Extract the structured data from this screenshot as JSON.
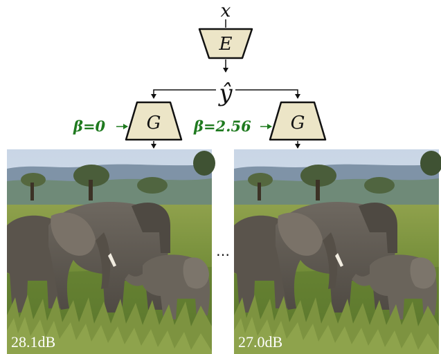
{
  "input_label": "x",
  "encoder_label": "E",
  "latent_label": "ŷ",
  "generators": [
    {
      "label": "G",
      "beta_label": "β=0",
      "psnr": "28.1dB"
    },
    {
      "label": "G",
      "beta_label": "β=2.56",
      "psnr": "27.0dB"
    }
  ],
  "ellipsis": "…",
  "colors": {
    "block_fill": "#ece5c7",
    "beta_green": "#1f7a1f",
    "line": "#111111"
  }
}
